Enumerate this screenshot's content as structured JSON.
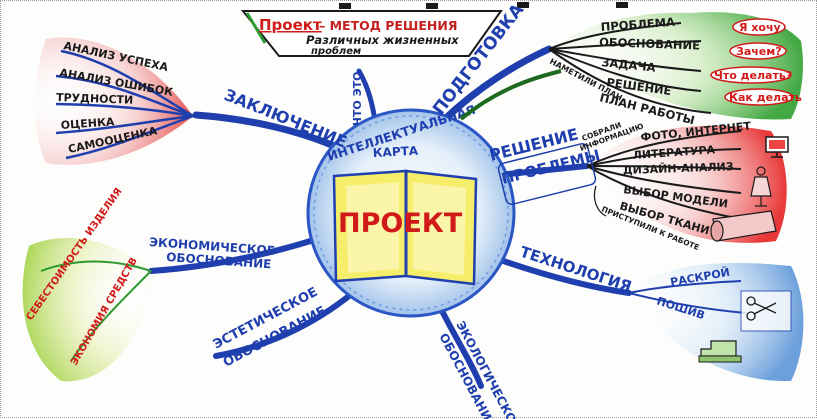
{
  "center": {
    "title": "ПРОЕКТ",
    "caption_line1": "ИНТЕЛЛЕКТУАЛЬНАЯ",
    "caption_line2": "КАРТА"
  },
  "top_banner": {
    "word": "Проект",
    "dash_text": " – МЕТОД РЕШЕНИЯ",
    "line2": "Различных жизненных",
    "line3": "проблем"
  },
  "branches": {
    "what": "ЧТО ЭТО",
    "prep": "ПОДГОТОВКА",
    "conclusion": "ЗАКЛЮЧЕНИЕ",
    "solve_line1": "РЕШЕНИЕ",
    "solve_line2": "ПРОБЛЕМЫ",
    "econ_line1": "ЭКОНОМИЧЕСКОЕ",
    "econ_line2": "ОБОСНОВАНИЕ",
    "aesth_line1": "ЭСТЕТИЧЕСКОЕ",
    "aesth_line2": "ОБОСНОВАНИЕ",
    "ecol_line1": "ЭКОЛОГИЧЕСКОЕ",
    "ecol_line2": "ОБОСНОВАНИЕ",
    "tech": "ТЕХНОЛОГИЯ"
  },
  "conclusion_items": [
    "АНАЛИЗ УСПЕХА",
    "АНАЛИЗ ОШИБОК",
    "ТРУДНОСТИ",
    "ОЦЕНКА",
    "САМООЦЕНКА"
  ],
  "prep_items": [
    "ПРОБЛЕМА",
    "ОБОСНОВАНИЕ",
    "ЗАДАЧА",
    "РЕШЕНИЕ",
    "ПЛАН РАБОТЫ"
  ],
  "prep_questions": [
    "Я хочу",
    "Зачем?",
    "Что делать?",
    "Как делать"
  ],
  "prep_note_line1": "НАМЕТИЛИ ПЛАН",
  "solve_items": [
    "ФОТО, ИНТЕРНЕТ",
    "ЛИТЕРАТУРА",
    "ДИЗАЙН-АНАЛИЗ",
    "ВЫБОР МОДЕЛИ",
    "ВЫБОР ТКАНИ"
  ],
  "solve_note_line1": "СОБРАЛИ",
  "solve_note_line2": "ИНФОРМАЦИЮ",
  "solve_note_bottom": "ПРИСТУПИЛИ К РАБОТЕ",
  "econ_items": [
    "СЕБЕСТОИМОСТЬ ИЗДЕЛИЯ",
    "ЭКОНОМИЯ СРЕДСТВ"
  ],
  "tech_items": [
    "РАСКРОЙ",
    "ПОШИВ"
  ],
  "colors": {
    "ink_blue": "#1f3fae",
    "red": "#d11b1b",
    "green": "#2f9a2f",
    "yellow": "#f3e64a",
    "light_blue": "#bcd8f0"
  },
  "icons": [
    "monitor-icon",
    "dress-mannequin-icon",
    "fabric-roll-icon",
    "scissors-icon",
    "sewing-machine-icon",
    "book-icon"
  ]
}
